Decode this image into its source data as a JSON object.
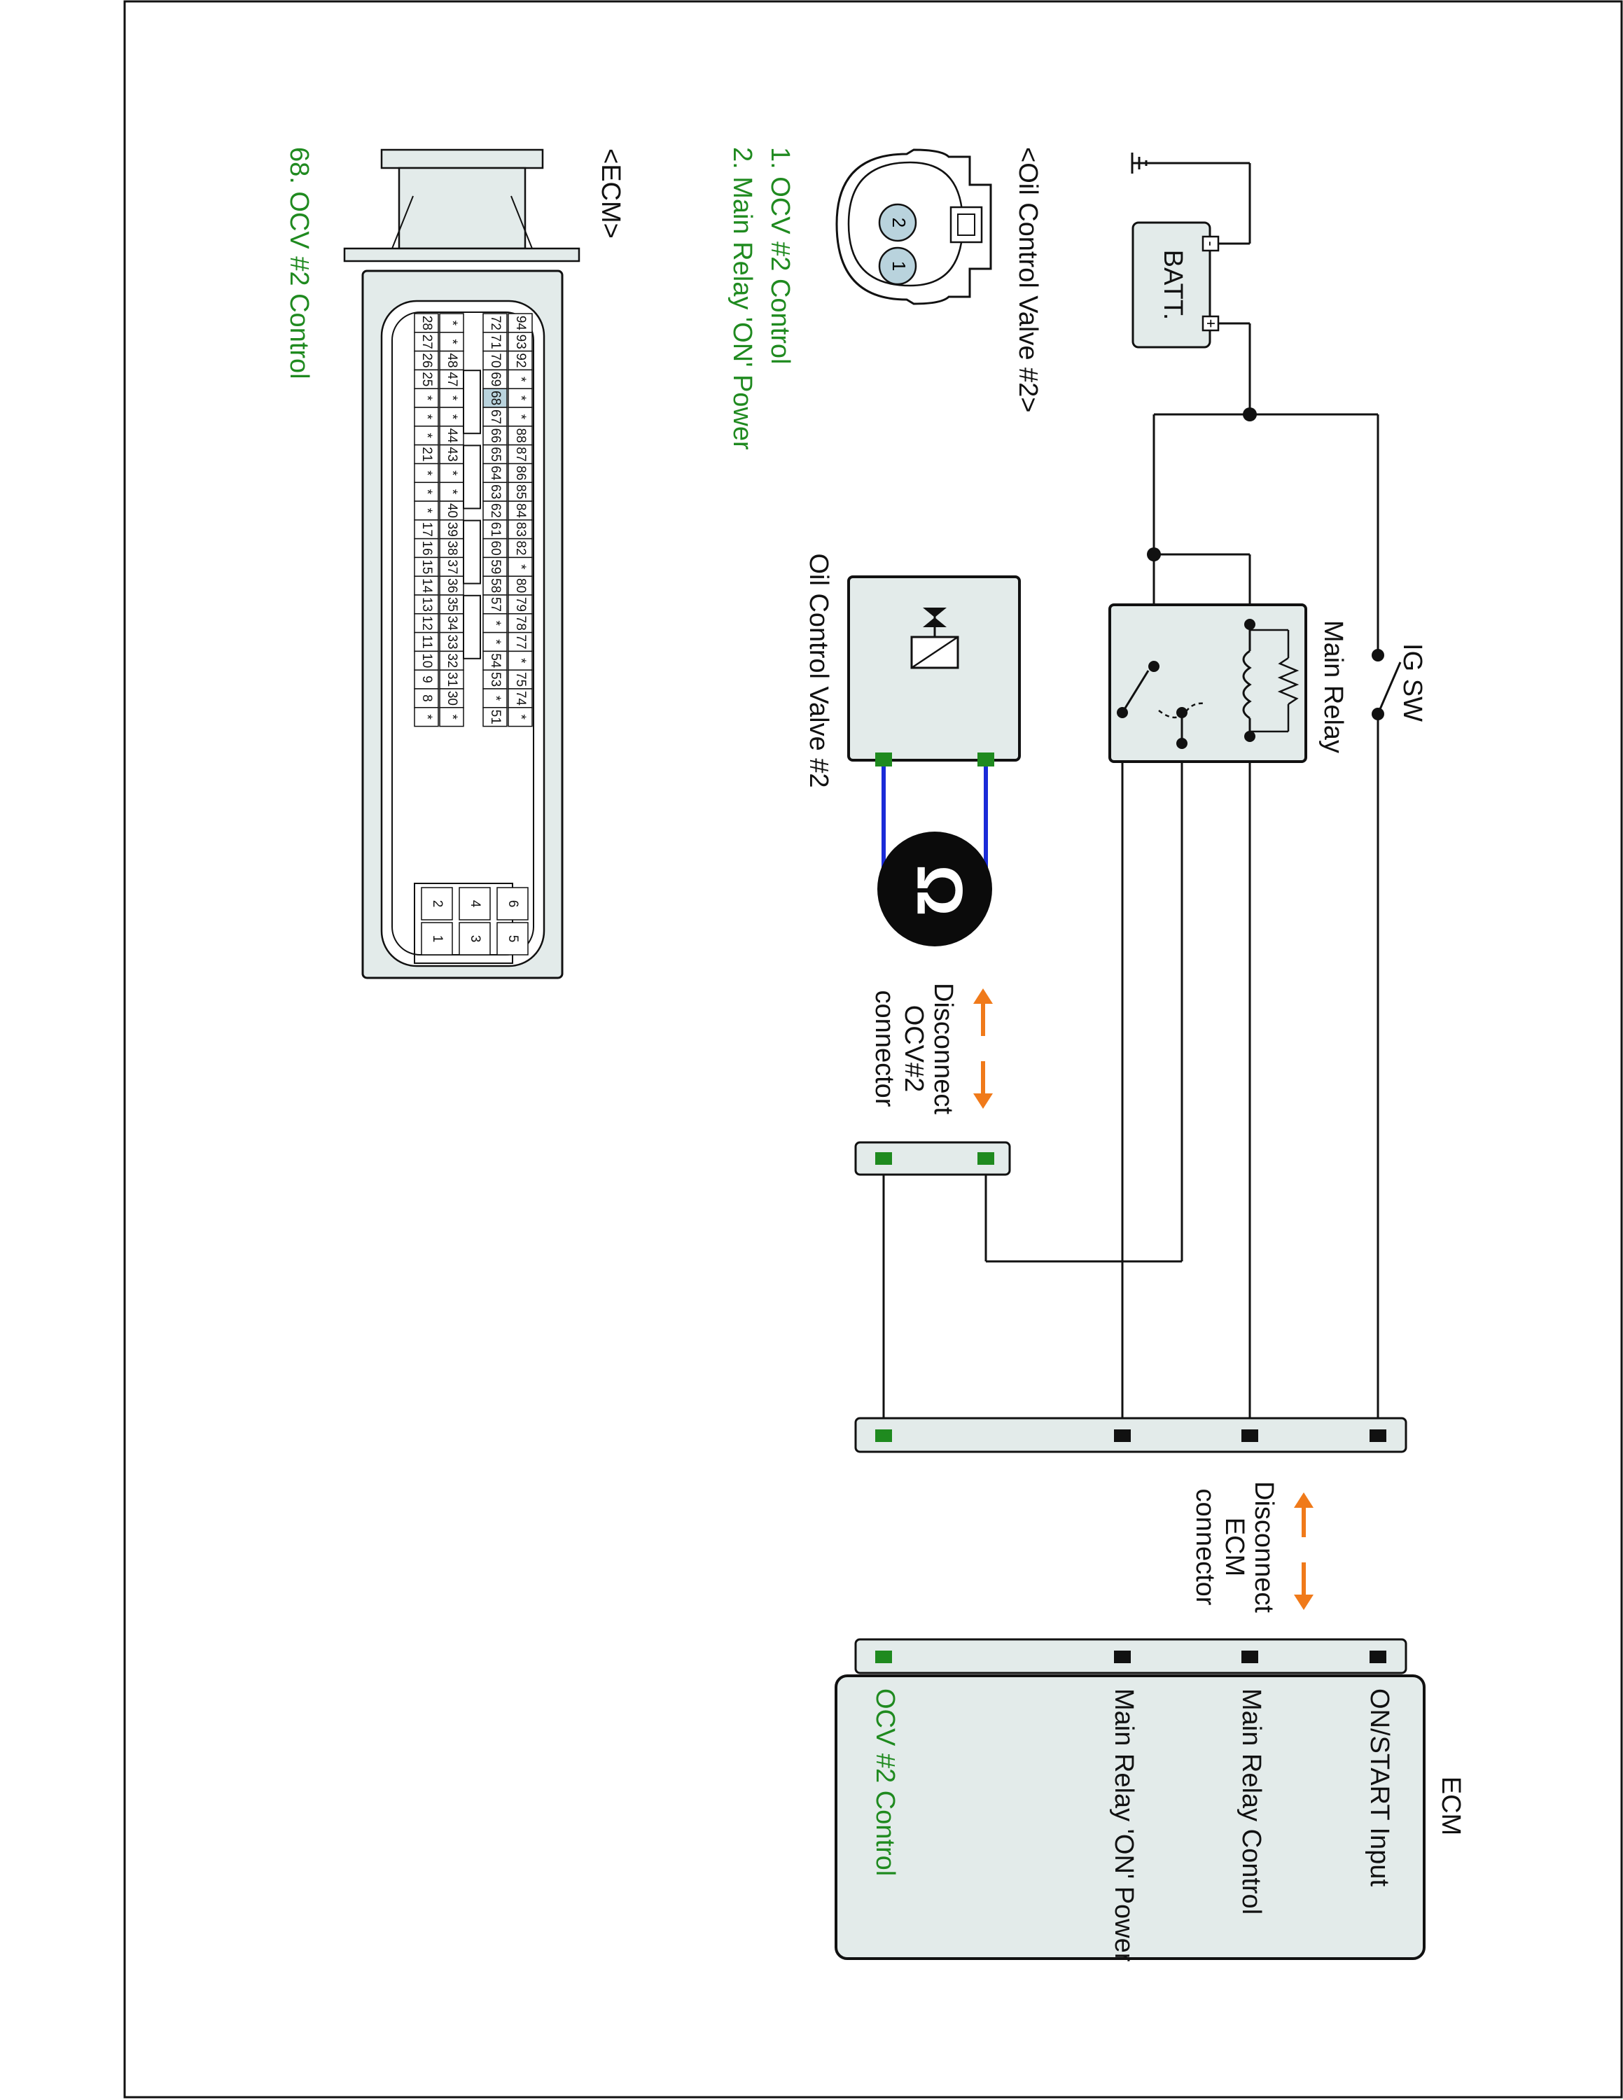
{
  "colors": {
    "wire": "#111111",
    "green_text": "#1f8a1f",
    "green_terminal": "#1f8a1f",
    "blue_wire": "#1a2bd8",
    "orange_arrow": "#f07a1a",
    "panel_fill": "#e3ebea",
    "highlight_pin": "#b9d3dd"
  },
  "labels": {
    "ig_sw": "IG SW",
    "main_relay": "Main Relay",
    "batt": "BATT.",
    "batt_minus": "-",
    "batt_plus": "+",
    "ocv_component": "Oil Control Valve #2",
    "ocv_connector_title": "<Oil Control Valve #2>",
    "ocv_pin1": "1",
    "ocv_pin2": "2",
    "ocv_pin_list": [
      "1. OCV #2 Control",
      "2. Main Relay 'ON' Power"
    ],
    "ohm_symbol": "Ω",
    "disconnect_ocv": [
      "Disconnect",
      "OCV#2",
      "connector"
    ],
    "disconnect_ecm": [
      "Disconnect",
      "ECM",
      "connector"
    ],
    "ecm_box_title": "ECM",
    "ecm_pins": [
      "ON/START Input",
      "Main Relay Control",
      "Main Relay 'ON' Power",
      "OCV #2 Control"
    ],
    "ecm_connector_title": "<ECM>",
    "ecm_pin_note": "68. OCV #2 Control"
  },
  "ecm_connector_pins": {
    "row1": [
      "94",
      "93",
      "92",
      "*",
      "*",
      "*",
      "88",
      "87",
      "86",
      "85",
      "84",
      "83",
      "82",
      "*",
      "80",
      "79",
      "78",
      "77",
      "*",
      "75",
      "74",
      "*"
    ],
    "row2": [
      "72",
      "71",
      "70",
      "69",
      "68",
      "67",
      "66",
      "65",
      "64",
      "63",
      "62",
      "61",
      "60",
      "59",
      "58",
      "57",
      "*",
      "*",
      "54",
      "53",
      "*",
      "51"
    ],
    "row3": [
      "*",
      "*",
      "48",
      "47",
      "*",
      "*",
      "44",
      "43",
      "*",
      "*",
      "40",
      "39",
      "38",
      "37",
      "36",
      "35",
      "34",
      "33",
      "32",
      "31",
      "30",
      "*"
    ],
    "row4": [
      "28",
      "27",
      "26",
      "25",
      "*",
      "*",
      "*",
      "21",
      "*",
      "*",
      "*",
      "17",
      "16",
      "15",
      "14",
      "13",
      "12",
      "11",
      "10",
      "9",
      "8",
      "*"
    ],
    "small_block": [
      [
        "6",
        "5"
      ],
      [
        "4",
        "3"
      ],
      [
        "2",
        "1"
      ]
    ],
    "highlighted": "68"
  }
}
